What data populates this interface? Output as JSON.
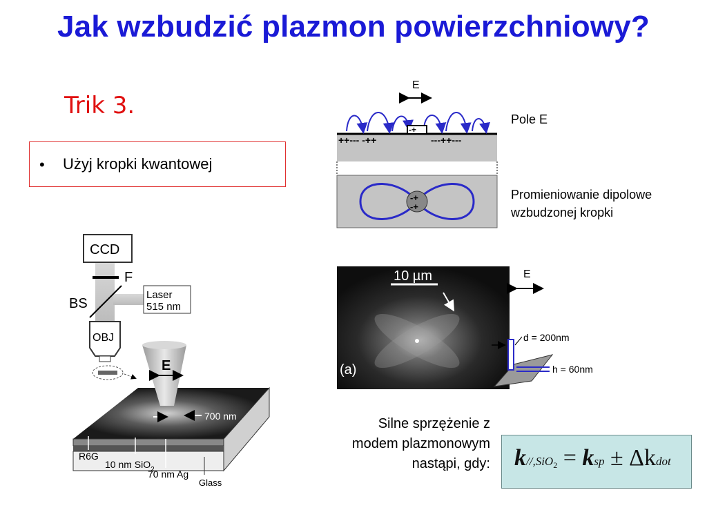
{
  "title": "Jak wzbudzić plazmon powierzchniowy?",
  "trick": "Trik 3.",
  "bullet": {
    "marker": "•",
    "text": "Użyj kropki kwantowej"
  },
  "top_diagram": {
    "e_label": "E",
    "charges_left": "++--- -++",
    "dot_charges": "-+",
    "charges_right": "---++---",
    "label_pole": "Pole E",
    "label_rad_line1": "Promieniowanie dipolowe",
    "label_rad_line2": "wzbudzonej kropki",
    "dipole_charges_top": "-+",
    "dipole_charges_bottom": "-+"
  },
  "setup_diagram": {
    "ccd": "CCD",
    "f": "F",
    "bs": "BS",
    "laser_line1": "Laser",
    "laser_line2": "515 nm",
    "obj": "OBJ",
    "e_label": "E",
    "dim_700": "700 nm",
    "r6g": "R6G",
    "layer_sio2": "10 nm SiO",
    "layer_sio2_sub": "2",
    "layer_ag": "70 nm Ag",
    "layer_glass": "Glass"
  },
  "micrograph": {
    "scale": "10 µm",
    "panel": "(a)",
    "e_label": "E",
    "d_label": "d = 200nm",
    "h_label": "h = 60nm"
  },
  "condition": {
    "line1": "Silne sprzężenie z",
    "line2": "modem plazmonowym",
    "line3": "nastąpi, gdy:"
  },
  "formula": {
    "k": "k",
    "sub1": "//,SiO",
    "sub1b": "2",
    "eq": " = ",
    "k2": "k",
    "sub2": "sp",
    "pm": " ± Δk",
    "sub3": "dot"
  },
  "colors": {
    "title": "#1a1ad6",
    "trick": "#e01010",
    "formula_bg": "#c7e6e6",
    "field_lines": "#2a2ac8"
  }
}
